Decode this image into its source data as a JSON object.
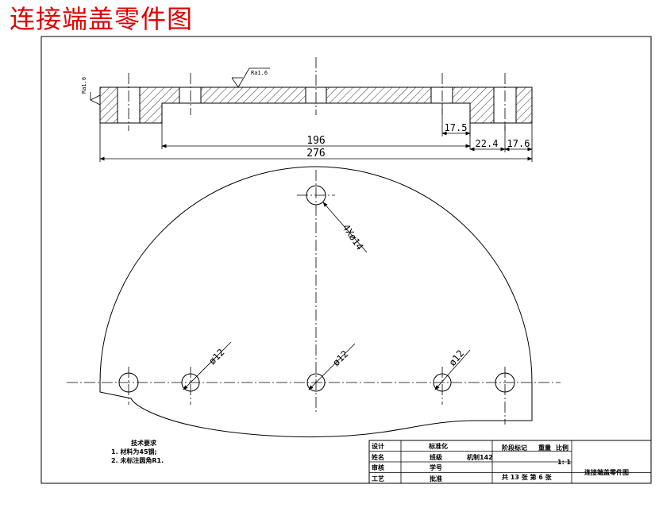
{
  "page_title": "连接端盖零件图",
  "dims": {
    "d196": "196",
    "d276": "276",
    "d17_5": "17.5",
    "d22_4": "22.4",
    "d17_6": "17.6",
    "hole4x": "4Xø14",
    "dia12_a": "ø12",
    "dia12_b": "ø12",
    "dia12_c": "ø12",
    "rough_top": "Ra1.6",
    "rough_side": "Ra1.6"
  },
  "tech": {
    "title": "技术要求",
    "items": [
      "1.   材料为45钢;",
      "2.   未标注圆角R1."
    ]
  },
  "title_block": {
    "design": "设计",
    "standard": "标准化",
    "stage_mark": "阶段标记",
    "weight": "重量",
    "scale_label": "比例",
    "name": "姓名",
    "class_label": "班级",
    "class_value": "机制142",
    "scale_value": "1: 1",
    "review": "审核",
    "student_no": "学号",
    "process": "工艺",
    "approve": "批准",
    "sheet_info": "共 13 张  第 6 张",
    "drawing_name": "连接端盖零件图"
  }
}
